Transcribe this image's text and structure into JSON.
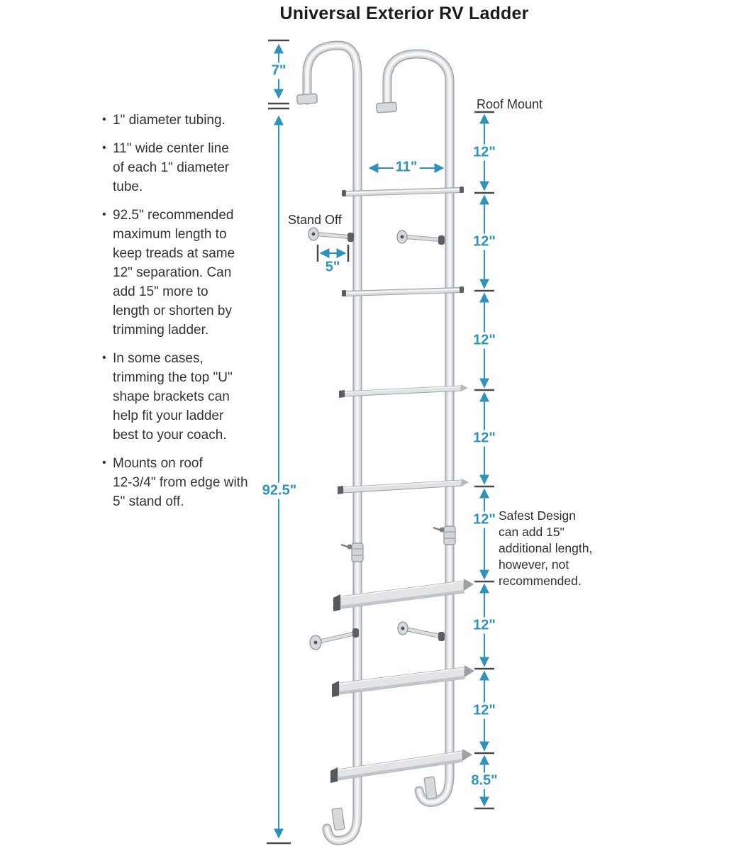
{
  "title": "Universal Exterior RV Ladder",
  "bullets": [
    "1\" diameter tubing.",
    "11\" wide center line\nof each 1\" diameter\ntube.",
    "92.5\" recommended\nmaximum length to\nkeep treads at same\n12\" separation. Can\nadd 15\" more to\nlength or shorten by\ntrimming ladder.",
    "In some cases,\ntrimming the top \"U\"\nshape brackets can\nhelp fit your ladder\nbest to your coach.",
    "Mounts on roof\n12-3/4\" from edge with\n5\" stand off."
  ],
  "labels": {
    "roof_mount": "Roof Mount",
    "stand_off": "Stand Off",
    "safest_note": "Safest Design\ncan add 15\"\nadditional length,\nhowever, not\nrecommended."
  },
  "dimensions": {
    "hook_drop": "7\"",
    "overall_length": "92.5\"",
    "rail_center_width": "11\"",
    "standoff_length": "5\"",
    "right_segments": [
      "12\"",
      "12\"",
      "12\"",
      "12\"",
      "12\"",
      "12\"",
      "12\"",
      "8.5\""
    ]
  },
  "colors": {
    "dimension_blue": "#2e93ba",
    "tick_dark": "#46494d",
    "ink": "#2f2f31",
    "chrome_light": "#e8eaec",
    "chrome_outline": "#9ba1a6"
  }
}
